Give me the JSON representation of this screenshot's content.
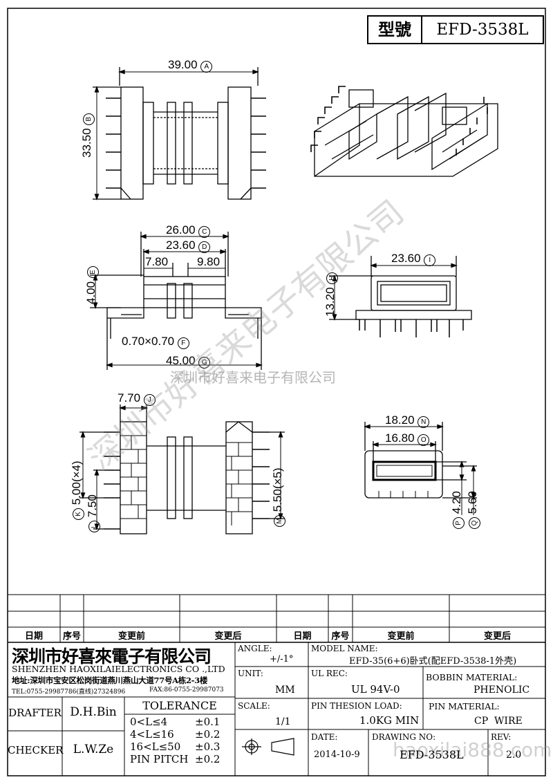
{
  "header": {
    "model_label": "型號",
    "model_value": "EFD-3538L"
  },
  "dimensions": {
    "A": "39.00",
    "B": "33.50",
    "C": "26.00",
    "D": "23.60",
    "w1": "7.80",
    "w2": "9.80",
    "E": "4.00",
    "F": "0.70×0.70",
    "G": "45.00",
    "H": "13.20",
    "I": "23.60",
    "J": "7.70",
    "K": "5.00(×4)",
    "L": "7.50",
    "M": "5.50(×5)",
    "N": "18.20",
    "O": "16.80",
    "P": "4.20",
    "Q": "5.60"
  },
  "circled": {
    "A": "A",
    "B": "B",
    "C": "C",
    "D": "D",
    "E": "E",
    "F": "F",
    "G": "G",
    "H": "H",
    "I": "I",
    "J": "J",
    "K": "K",
    "L": "L",
    "M": "M",
    "N": "N",
    "O": "O",
    "P": "P",
    "Q": "Q"
  },
  "revision_headers": {
    "date": "日期",
    "seq": "序号",
    "before": "变更前",
    "after": "变更后",
    "date2": "日期",
    "seq2": "序号",
    "before2": "变更前",
    "after2": "变更后"
  },
  "company": {
    "name_cn": "深圳市好喜來電子有限公司",
    "name_en": "SHENZHEN HAOXILAIELECTRONICS CO .,LTD",
    "address": "地址:深圳市宝安区松岗街道燕川燕山大道77号A栋2-3楼",
    "tel": "TEL:0755-29987786(直线)27324896",
    "fax": "FAX:86-0755-29987073"
  },
  "fields": {
    "angle_label": "ANGLE:",
    "angle_value": "+/-1°",
    "model_name_label": "MODEL NAME:",
    "model_name_value": "EFD-35(6+6)卧式(配EFD-3538-1外壳)",
    "unit_label": "UNIT:",
    "unit_value": "MM",
    "ul_label": "UL REC:",
    "ul_value": "UL 94V-0",
    "bobbin_label": "BOBBIN MATERIAL:",
    "bobbin_value": "PHENOLIC",
    "scale_label": "SCALE:",
    "scale_value": "1/1",
    "pin_load_label": "PIN THESION LOAD:",
    "pin_load_value": "1.0KG MIN",
    "pin_material_label": "PIN MATERIAL:",
    "pin_material_value": "CP  WIRE",
    "date_label": "DATE:",
    "date_value": "2014-10-9",
    "drawing_no_label": "DRAWING NO:",
    "drawing_no_value": "EFD-3538L",
    "rev_label": "REV:",
    "rev_value": "2.0"
  },
  "people": {
    "drafter_label": "DRAFTER",
    "drafter_value": "D.H.Bin",
    "checker_label": "CHECKER",
    "checker_value": "L.W.Ze"
  },
  "tolerance": {
    "title": "TOLERANCE",
    "rows": [
      {
        "range": "0<L≤4",
        "value": "±0.1"
      },
      {
        "range": "4<L≤16",
        "value": "±0.2"
      },
      {
        "range": "16<L≤50",
        "value": "±0.3"
      },
      {
        "range": "PIN PITCH",
        "value": "±0.2"
      }
    ]
  },
  "watermarks": {
    "center": "深圳市好喜来电子有限公司",
    "diag1": "深圳市好喜来电子有限公司",
    "bottom": "haoxilai888.com"
  }
}
